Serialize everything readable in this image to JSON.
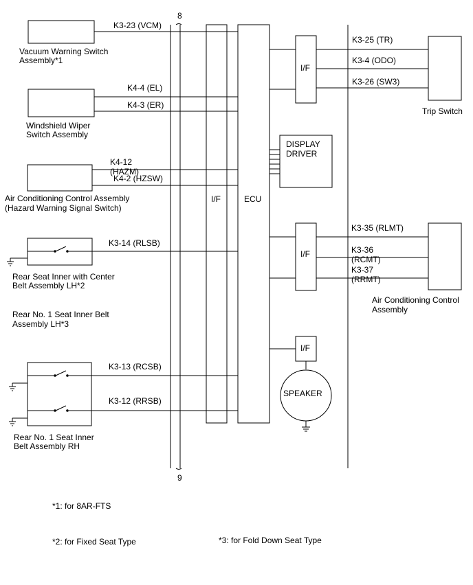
{
  "bus": {
    "top_label": "8",
    "bottom_label": "9"
  },
  "blocks": {
    "if_left": "I/F",
    "ecu": "ECU",
    "if_trip": "I/F",
    "display_driver": [
      "DISPLAY",
      "DRIVER"
    ],
    "if_ac": "I/F",
    "if_speaker": "I/F",
    "speaker": "SPEAKER"
  },
  "components": {
    "vacuum": [
      "Vacuum Warning Switch",
      "Assembly*1"
    ],
    "wiper": [
      "Windshield Wiper",
      "Switch Assembly"
    ],
    "ac_left": [
      "Air Conditioning Control Assembly",
      "(Hazard Warning Signal Switch)"
    ],
    "rear_lh2": [
      "Rear Seat Inner with Center",
      "Belt Assembly LH*2"
    ],
    "rear_lh3": [
      "Rear No. 1 Seat Inner Belt",
      "Assembly LH*3"
    ],
    "rear_rh": [
      "Rear No. 1 Seat Inner",
      "Belt Assembly RH"
    ],
    "trip": [
      "Trip Switch"
    ],
    "ac_right": [
      "Air Conditioning Control",
      "Assembly"
    ]
  },
  "signals_left": {
    "vcm": "K3-23 (VCM)",
    "el": "K4-4 (EL)",
    "er": "K4-3 (ER)",
    "hazm": [
      "K4-12",
      "(HAZM)"
    ],
    "hzsw": "K4-2 (HZSW)",
    "rlsb": "K3-14 (RLSB)",
    "rcsb": "K3-13 (RCSB)",
    "rrsb": "K3-12 (RRSB)"
  },
  "signals_right": {
    "tr": "K3-25 (TR)",
    "odo": "K3-4 (ODO)",
    "sw3": "K3-26 (SW3)",
    "rlmt": "K3-35 (RLMT)",
    "rcmt": [
      "K3-36",
      "(RCMT)"
    ],
    "rrmt": [
      "K3-37",
      "(RRMT)"
    ]
  },
  "notes": {
    "n1": "*1: for 8AR-FTS",
    "n2": "*2: for Fixed Seat Type",
    "n3": "*3: for Fold Down Seat Type"
  }
}
